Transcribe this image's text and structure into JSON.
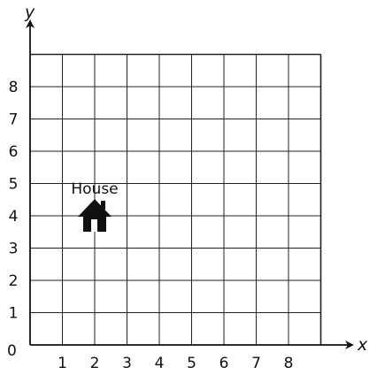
{
  "axes": {
    "x_label": "x",
    "y_label": "y",
    "origin_label": "0",
    "x_ticks": [
      "1",
      "2",
      "3",
      "4",
      "5",
      "6",
      "7",
      "8"
    ],
    "y_ticks": [
      "1",
      "2",
      "3",
      "4",
      "5",
      "6",
      "7",
      "8"
    ]
  },
  "grid": {
    "x_range": [
      0,
      9
    ],
    "y_range": [
      0,
      9
    ],
    "line_color": "#222222"
  },
  "landmarks": [
    {
      "label": "House",
      "x": 2,
      "y": 4,
      "icon": "house-icon",
      "color": "#111111"
    }
  ]
}
